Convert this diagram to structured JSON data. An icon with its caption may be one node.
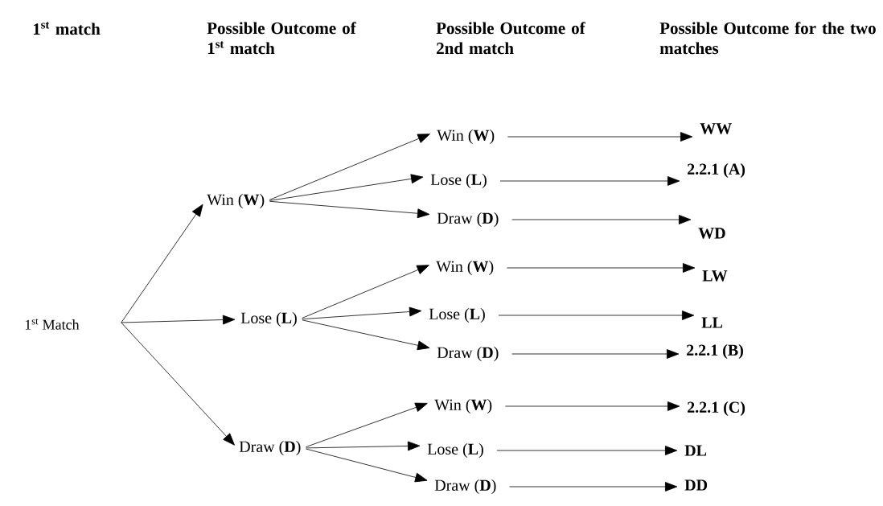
{
  "diagram": {
    "nodes": [
      {
        "text": [
          "1$^{st}$ Match"
        ]
      },
      {
        "text": [
          "Win (**W**)"
        ]
      },
      {
        "text": [
          "Lose (**L**)"
        ]
      },
      {
        "text": [
          "Draw (**D**)"
        ]
      },
      {
        "text": [
          "Win (**W**)"
        ]
      },
      {
        "text": [
          "Lose (**L**)"
        ]
      },
      {
        "text": [
          "Draw (**D**)"
        ]
      },
      {
        "text": [
          "Win (**W**)"
        ]
      },
      {
        "text": [
          "Lose (**L**)"
        ]
      },
      {
        "text": [
          "Draw (**D**)"
        ]
      },
      {
        "text": [
          "Win (**W**)"
        ]
      },
      {
        "text": [
          "Lose (**L**)"
        ]
      },
      {
        "text": [
          "Draw (**D**)"
        ]
      },
      {
        "text": [
          "WW"
        ]
      },
      {
        "text": [
          "2.2.1 (A)"
        ]
      },
      {
        "text": [
          "WD"
        ]
      },
      {
        "text": [
          "LW"
        ]
      },
      {
        "text": [
          "LL"
        ]
      },
      {
        "text": [
          "2.2.1 (B)"
        ]
      },
      {
        "text": [
          "2.2.1 (C)"
        ]
      },
      {
        "text": [
          "DL"
        ]
      },
      {
        "text": [
          "DD"
        ]
      }
    ],
    "edges": [
      {
        "from": 0,
        "to": 1,
        "arrow": "to"
      },
      {
        "from": 0,
        "to": 2,
        "arrow": "to"
      },
      {
        "from": 0,
        "to": 3,
        "arrow": "to"
      },
      {
        "from": 1,
        "to": 4,
        "arrow": "to"
      },
      {
        "from": 1,
        "to": 5,
        "arrow": "to"
      },
      {
        "from": 1,
        "to": 6,
        "arrow": "to"
      },
      {
        "from": 2,
        "to": 7,
        "arrow": "to"
      },
      {
        "from": 2,
        "to": 8,
        "arrow": "to"
      },
      {
        "from": 2,
        "to": 9,
        "arrow": "to"
      },
      {
        "from": 3,
        "to": 10,
        "arrow": "to"
      },
      {
        "from": 3,
        "to": 11,
        "arrow": "to"
      },
      {
        "from": 3,
        "to": 12,
        "arrow": "to"
      },
      {
        "from": 4,
        "to": 13,
        "arrow": "to"
      },
      {
        "from": 5,
        "to": 14,
        "arrow": "to"
      },
      {
        "from": 6,
        "to": 15,
        "arrow": "to"
      },
      {
        "from": 7,
        "to": 16,
        "arrow": "to"
      },
      {
        "from": 8,
        "to": 17,
        "arrow": "to"
      },
      {
        "from": 9,
        "to": 18,
        "arrow": "to"
      },
      {
        "from": 10,
        "to": 19,
        "arrow": "to"
      },
      {
        "from": 11,
        "to": 20,
        "arrow": "to"
      },
      {
        "from": 12,
        "to": 21,
        "arrow": "to"
      }
    ],
    "labels": [
      "1$^{st}$  match",
      "Possible Outcome of 1$^{st}$ match",
      "Possible Outcome of 2nd match",
      "Possible Outcome for the two matches"
    ]
  }
}
